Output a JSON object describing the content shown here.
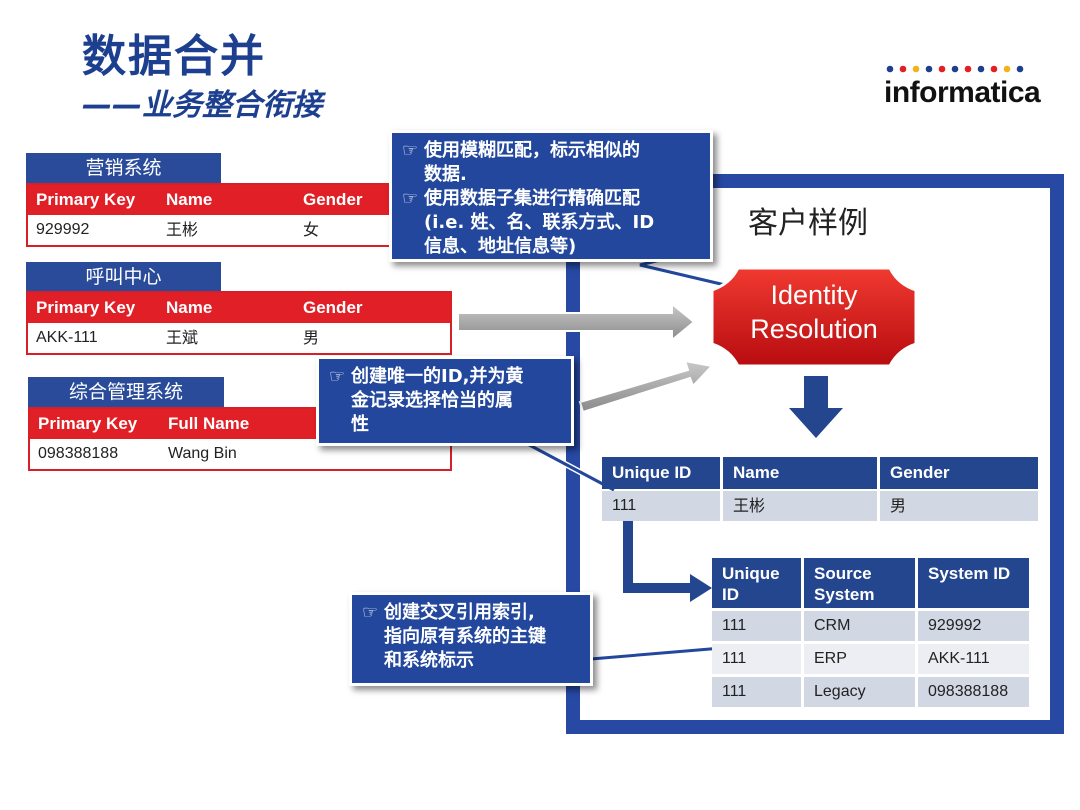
{
  "header": {
    "title": "数据合并",
    "subtitle": "——业务整合衔接",
    "logo_text": "informatica",
    "logo_dot_colors": [
      "#1d3f8f",
      "#e01f26",
      "#f2b318",
      "#1d3f8f",
      "#e01f26",
      "#1d3f8f",
      "#e01f26",
      "#1d3f8f",
      "#e01f26",
      "#f2b318",
      "#1d3f8f"
    ]
  },
  "sources": [
    {
      "label": "营销系统",
      "headers": [
        "Primary Key",
        "Name",
        "Gender"
      ],
      "row": [
        "929992",
        "王彬",
        "女"
      ]
    },
    {
      "label": "呼叫中心",
      "headers": [
        "Primary Key",
        "Name",
        "Gender"
      ],
      "row": [
        "AKK-111",
        "王斌",
        "男"
      ]
    },
    {
      "label": "综合管理系统",
      "headers": [
        "Primary Key",
        "Full Name"
      ],
      "row": [
        "098388188",
        "Wang Bin"
      ]
    }
  ],
  "frame": {
    "title": "客户样例"
  },
  "identity": {
    "line1": "Identity",
    "line2": "Resolution"
  },
  "callouts": {
    "fuzzy": {
      "bullet": "☞",
      "lines": [
        "使用模糊匹配，标示相似的",
        "数据.",
        "使用数据子集进行精确匹配",
        "(i.e. 姓、名、联系方式、ID",
        "信息、地址信息等)"
      ]
    },
    "unique": {
      "bullet": "☞",
      "lines": [
        "创建唯一的ID,并为黄",
        "金记录选择恰当的属",
        "性"
      ]
    },
    "xref": {
      "bullet": "☞",
      "lines": [
        "创建交叉引用索引,",
        "指向原有系统的主键",
        "和系统标示"
      ]
    }
  },
  "golden": {
    "headers": [
      "Unique ID",
      "Name",
      "Gender"
    ],
    "row": [
      "111",
      "王彬",
      "男"
    ]
  },
  "xref": {
    "headers": [
      "Unique ID",
      "Source System",
      "System ID"
    ],
    "rows": [
      [
        "111",
        "CRM",
        "929992"
      ],
      [
        "111",
        "ERP",
        "AKK-111"
      ],
      [
        "111",
        "Legacy",
        "098388188"
      ]
    ]
  },
  "colors": {
    "brand_blue": "#22479c",
    "brand_red": "#e01f26",
    "frame_blue": "#2748a3"
  }
}
